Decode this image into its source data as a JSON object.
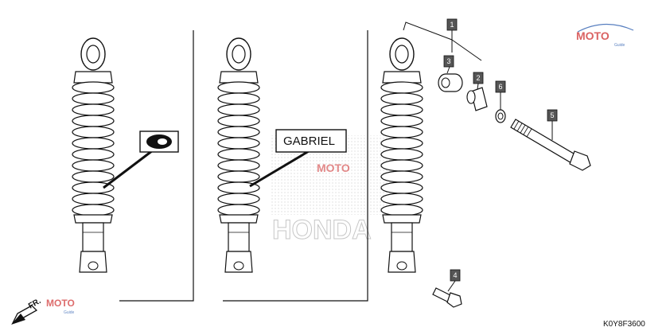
{
  "diagram_code": "K0Y8F3600",
  "front_arrow_label": "FR.",
  "brand_label": "GABRIEL",
  "watermark": {
    "text": "MOTO",
    "sub": "Guide",
    "brand": "HONDA"
  },
  "callouts": [
    "1",
    "2",
    "3",
    "4",
    "5",
    "6"
  ],
  "colors": {
    "line": "#111111",
    "callout_box": "#555555",
    "watermark_red": "#d23b3b",
    "watermark_blue": "#2e5fb0"
  }
}
